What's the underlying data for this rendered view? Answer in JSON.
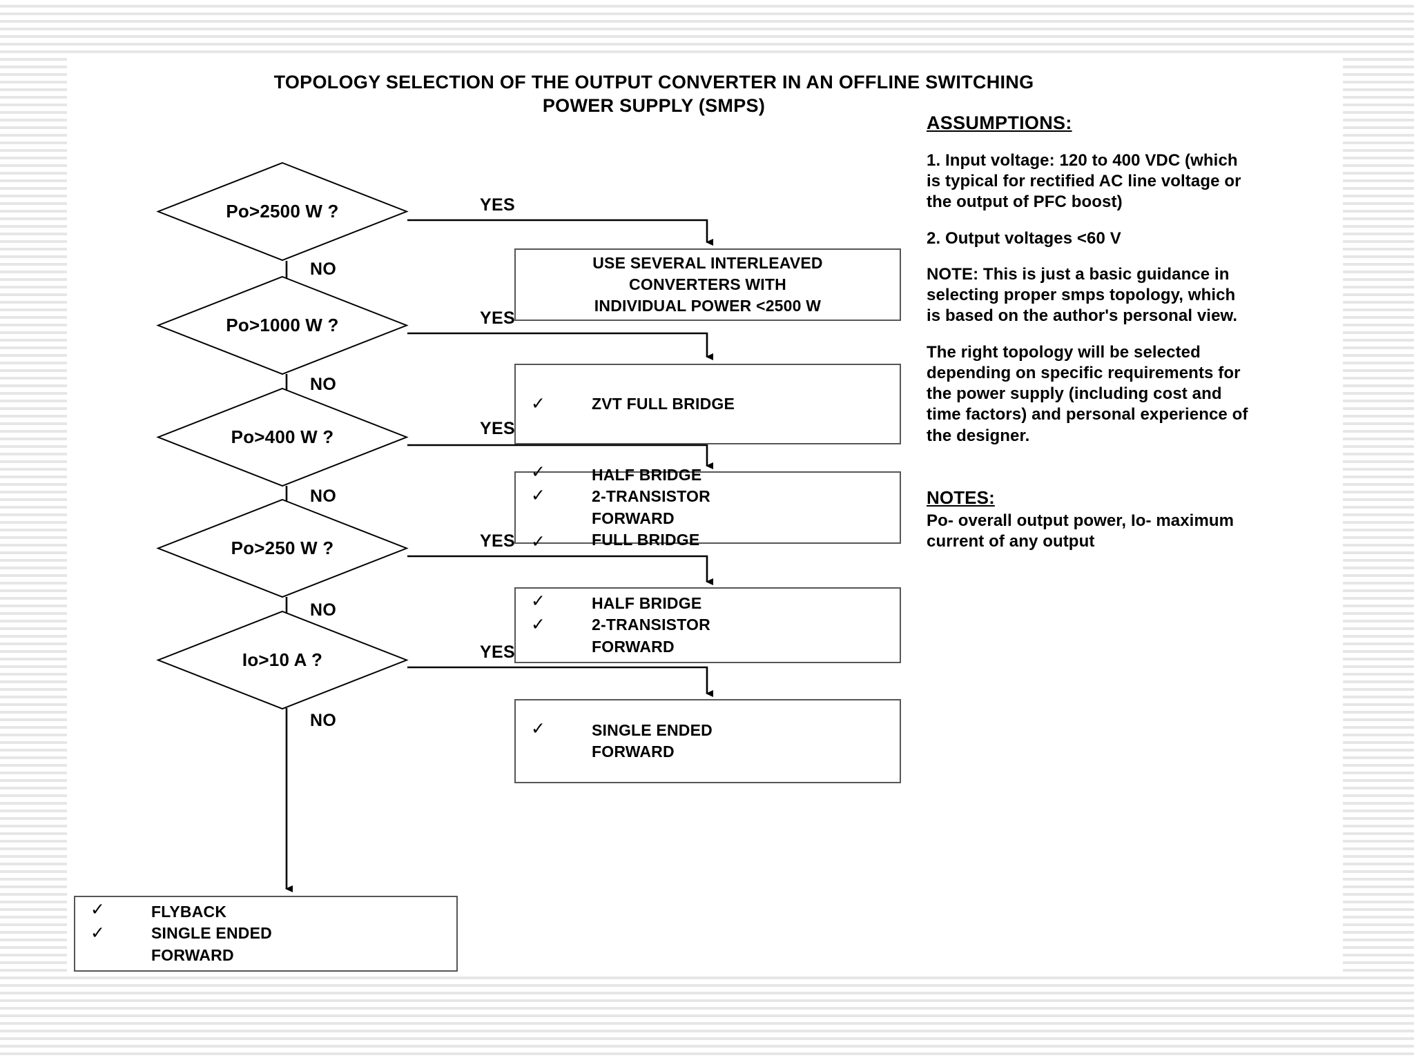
{
  "document": {
    "title_lines": [
      "TOPOLOGY SELECTION OF THE OUTPUT CONVERTER IN AN OFFLINE SWITCHING",
      "POWER SUPPLY (SMPS)"
    ]
  },
  "flowchart": {
    "type": "decision-flowchart",
    "yes_label": "YES",
    "no_label": "NO",
    "check_glyph": "✓",
    "decisions": [
      {
        "id": "d1",
        "label": "Po>2500 W ?"
      },
      {
        "id": "d2",
        "label": "Po>1000 W ?"
      },
      {
        "id": "d3",
        "label": "Po>400 W ?"
      },
      {
        "id": "d4",
        "label": "Po>250 W ?"
      },
      {
        "id": "d5",
        "label": "Io>10 A ?"
      }
    ],
    "outcomes": [
      {
        "id": "o1",
        "from": "d1",
        "branch": "YES",
        "style": "centered",
        "lines": [
          "USE SEVERAL INTERLEAVED",
          "CONVERTERS WITH",
          "INDIVIDUAL POWER <2500 W"
        ]
      },
      {
        "id": "o2",
        "from": "d2",
        "branch": "YES",
        "style": "list",
        "ticks": [
          "✓"
        ],
        "lines": [
          "ZVT FULL BRIDGE"
        ]
      },
      {
        "id": "o3",
        "from": "d3",
        "branch": "YES",
        "style": "list",
        "ticks": [
          "✓",
          "✓",
          "",
          "✓"
        ],
        "lines": [
          "HALF BRIDGE",
          "2-TRANSISTOR",
          "FORWARD",
          "FULL BRIDGE"
        ]
      },
      {
        "id": "o4",
        "from": "d4",
        "branch": "YES",
        "style": "list",
        "ticks": [
          "✓",
          "✓",
          ""
        ],
        "lines": [
          "HALF BRIDGE",
          "2-TRANSISTOR",
          "FORWARD"
        ]
      },
      {
        "id": "o5",
        "from": "d5",
        "branch": "YES",
        "style": "list",
        "ticks": [
          "✓",
          ""
        ],
        "lines": [
          "SINGLE ENDED",
          "FORWARD"
        ]
      },
      {
        "id": "o6",
        "from": "d5",
        "branch": "NO",
        "style": "list",
        "ticks": [
          "✓",
          "✓",
          ""
        ],
        "lines": [
          "FLYBACK",
          "SINGLE ENDED",
          "FORWARD"
        ]
      }
    ]
  },
  "sidebar": {
    "assumptions_heading": "ASSUMPTIONS:",
    "assumption_1": "1. Input voltage: 120 to 400 VDC (which is typical for rectified AC line voltage or the output of PFC boost)",
    "assumption_2": "2. Output voltages <60 V",
    "note_1": "NOTE: This is just a basic guidance in selecting proper smps topology, which is based on the author's personal view.",
    "note_2": "The right topology will be selected depending on specific requirements for the power supply (including cost and time factors) and personal experience of the designer.",
    "notes_heading": "NOTES:",
    "notes_body": "Po- overall output power, Io- maximum current of any output"
  },
  "colors": {
    "ink": "#000000",
    "box_border": "#555555",
    "page_bg": "#ffffff"
  }
}
